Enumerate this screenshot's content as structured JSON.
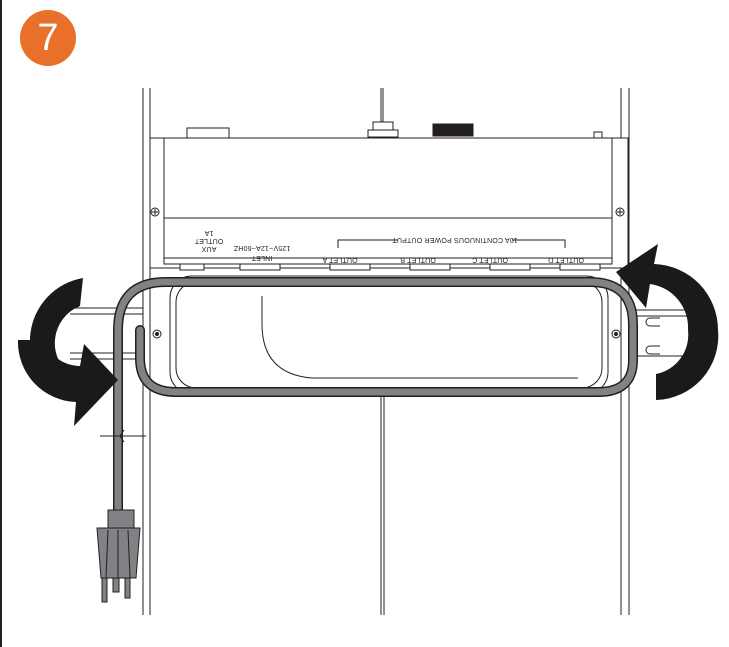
{
  "step": {
    "number": "7"
  },
  "colors": {
    "badge": "#e8702a",
    "line": "#231f20",
    "cord": "#808285",
    "arrow": "#1a1a1a"
  },
  "device": {
    "labels": {
      "aux_outlet_line1": "AUX",
      "aux_outlet_line2": "OUTLET",
      "aux_outlet_line3": "1A",
      "inlet_line1": "INLET",
      "inlet_line2": "125V~12A~60HZ",
      "outlet_a": "OUTLET A",
      "outlet_b": "OUTLET B",
      "outlet_c": "OUTLET C",
      "outlet_d": "OUTLET D",
      "continuous_output": "10A CONTINUOUS POWER OUTPUT"
    }
  },
  "icons": {
    "left_arrow": "rotate-clockwise-arrow-icon",
    "right_arrow": "rotate-counterclockwise-arrow-icon",
    "plug": "power-plug-icon",
    "screw": "screw-icon"
  }
}
